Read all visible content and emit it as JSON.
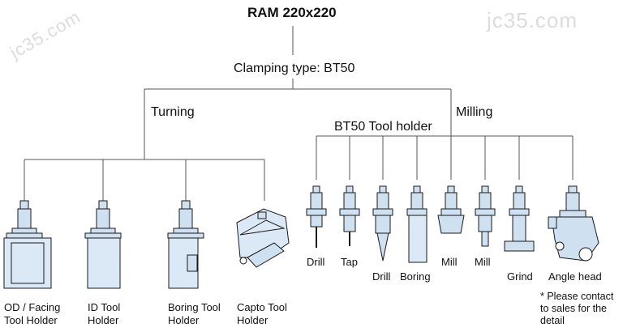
{
  "title": "RAM 220x220",
  "clamping": "Clamping type: BT50",
  "turning": "Turning",
  "milling": "Milling",
  "bt50_holder": "BT50 Tool holder",
  "turning_tools": [
    {
      "label": "OD / Facing\nTool Holder"
    },
    {
      "label": "ID Tool\nHolder"
    },
    {
      "label": "Boring Tool\nHolder"
    },
    {
      "label": "Capto Tool\nHolder"
    }
  ],
  "milling_tools": [
    {
      "label": "Drill"
    },
    {
      "label": "Tap"
    },
    {
      "label": "Drill"
    },
    {
      "label": "Boring"
    },
    {
      "label": "Mill"
    },
    {
      "label": "Mill"
    },
    {
      "label": "Grind"
    },
    {
      "label": "Angle head"
    }
  ],
  "note": "* Please contact\nto sales for the\ndetail",
  "watermark": "jc35.com",
  "watermark_right": "jc35.com",
  "colors": {
    "line": "#555555",
    "tool_fill": "#cfe0f0",
    "tool_stroke": "#1a1a1a"
  }
}
